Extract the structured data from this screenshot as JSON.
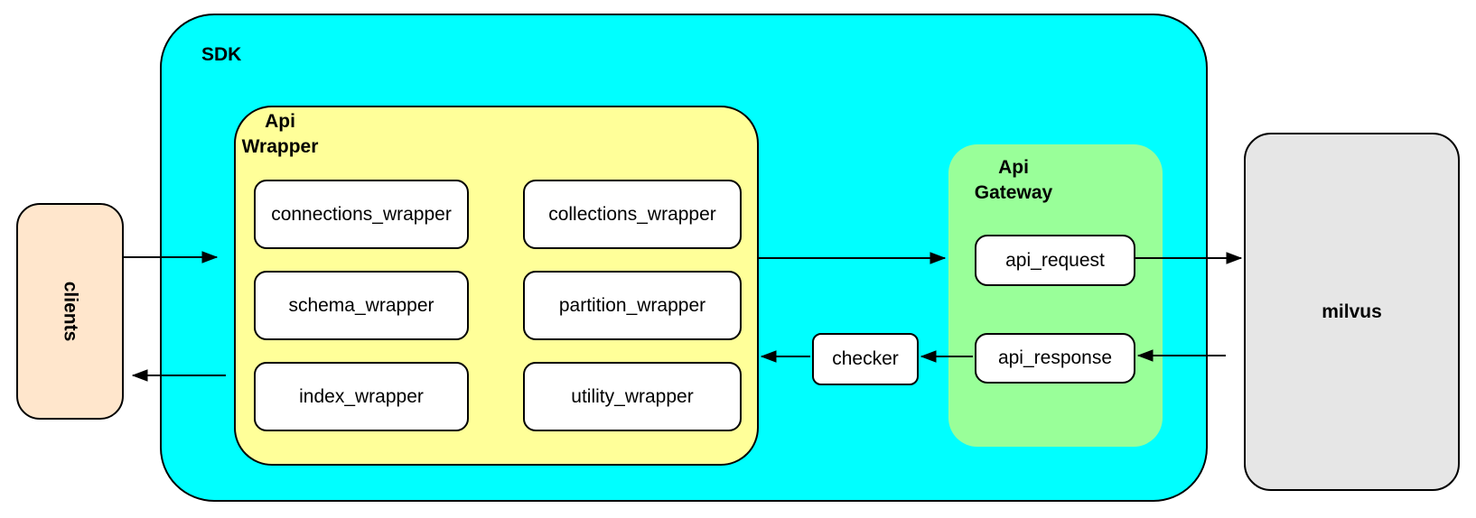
{
  "diagram": {
    "clients": {
      "label": "clients"
    },
    "sdk": {
      "label": "SDK",
      "api_wrapper": {
        "label": "Api\nWrapper",
        "nodes": [
          "connections_wrapper",
          "collections_wrapper",
          "schema_wrapper",
          "partition_wrapper",
          "index_wrapper",
          "utility_wrapper"
        ]
      },
      "checker": {
        "label": "checker"
      },
      "api_gateway": {
        "label": "Api\nGateway",
        "nodes": [
          "api_request",
          "api_response"
        ]
      }
    },
    "milvus": {
      "label": "milvus"
    },
    "edges": [
      {
        "from": "clients",
        "to": "sdk"
      },
      {
        "from": "sdk",
        "to": "clients"
      },
      {
        "from": "api_wrapper",
        "to": "api_gateway"
      },
      {
        "from": "api_request",
        "to": "milvus"
      },
      {
        "from": "milvus",
        "to": "api_response"
      },
      {
        "from": "api_response",
        "to": "checker"
      },
      {
        "from": "checker",
        "to": "api_wrapper"
      }
    ],
    "colors": {
      "sdk_fill": "#00ffff",
      "api_wrapper_fill": "#ffff99",
      "api_gateway_fill": "#99ff99",
      "clients_fill": "#ffe6cc",
      "milvus_fill": "#e6e6e6",
      "node_fill": "#ffffff",
      "stroke": "#000000"
    }
  }
}
